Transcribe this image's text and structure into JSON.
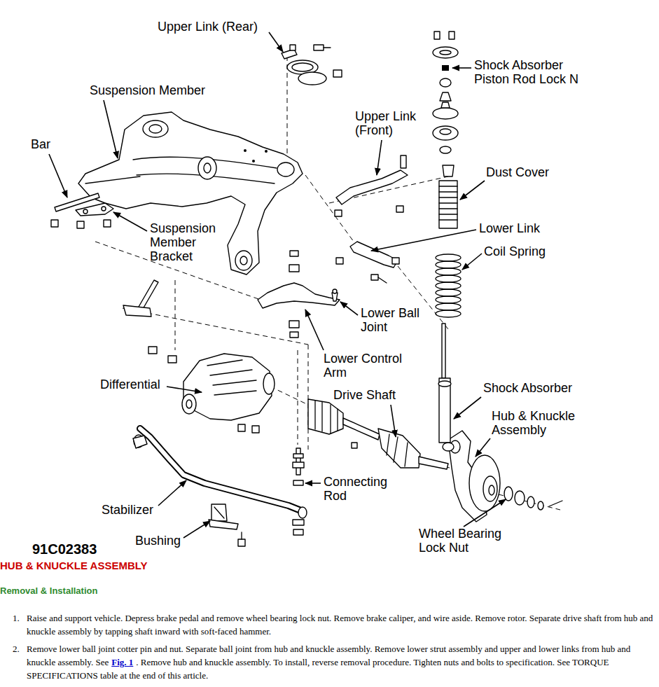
{
  "diagram": {
    "title": "HUB & KNUCKLE ASSEMBLY",
    "labels": [
      "Upper Link (Rear)",
      "Shock Absorber Piston Rod Lock N",
      "Suspension Member",
      "Bar",
      "Upper Link (Front)",
      "Dust Cover",
      "Suspension Member Bracket",
      "Lower Link",
      "Coil Spring",
      "Lower Ball Joint",
      "Lower Control Arm",
      "Differential",
      "Drive Shaft",
      "Shock Absorber",
      "Hub & Knuckle Assembly",
      "Connecting Rod",
      "Stabilizer",
      "Bushing",
      "Wheel Bearing Lock Nut",
      "91C02383",
      "Removal & Installation",
      "1.",
      "Raise and support vehicle. Depress brake pedal and remove wheel bearing lock nut. Remove brake caliper, and wire aside. Remove rotor. Separate drive shaft from hub and knuckle assembly by tapping shaft inward with soft-faced hammer.",
      "2.",
      "Remove lower ball joint cotter pin and nut. Separate ball joint from hub and knuckle assembly. Remove lower strut assembly and upper and lower links from hub and knuckle assembly. See",
      "Fig. 1",
      ". Remove hub and knuckle assembly. To install, reverse removal procedure. Tighten nuts and bolts to specification. See TORQUE SPECIFICATIONS table at the end of this article."
    ]
  }
}
